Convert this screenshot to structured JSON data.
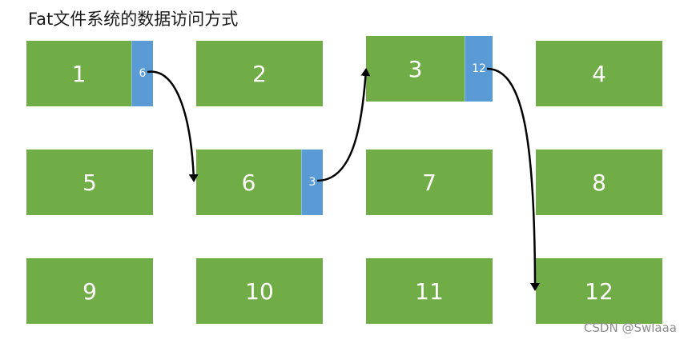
{
  "title": "Fat文件系统的数据访问方式",
  "blocks": [
    {
      "label": "1",
      "pointer": "6"
    },
    {
      "label": "2"
    },
    {
      "label": "3",
      "pointer": "12"
    },
    {
      "label": "4"
    },
    {
      "label": "5"
    },
    {
      "label": "6",
      "pointer": "3"
    },
    {
      "label": "7"
    },
    {
      "label": "8"
    },
    {
      "label": "9"
    },
    {
      "label": "10"
    },
    {
      "label": "11"
    },
    {
      "label": "12"
    }
  ],
  "chain": [
    "1",
    "6",
    "3",
    "12"
  ],
  "colors": {
    "block": "#70ad47",
    "pointer": "#5b9bd5",
    "arrow": "#000000"
  },
  "watermark": "CSDN @Swlaaa"
}
